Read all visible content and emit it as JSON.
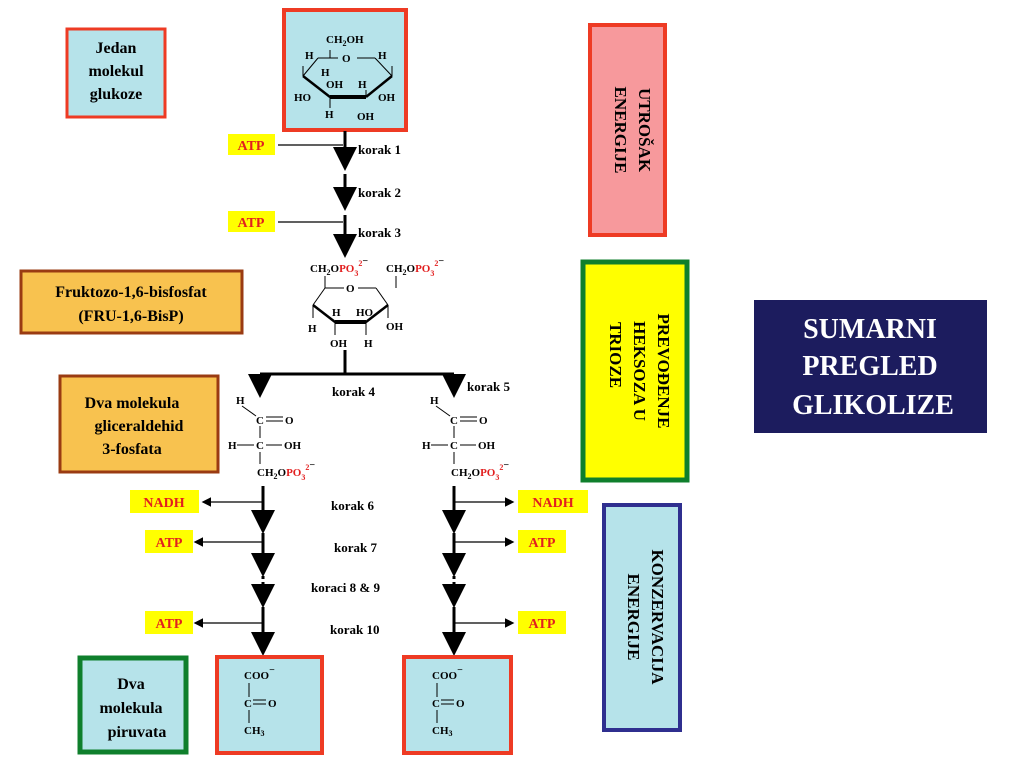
{
  "labels": {
    "glucose_line1": "Jedan",
    "glucose_line2": "molekul",
    "glucose_line3": "glukoze",
    "fru_line1": "Fruktozo-1,6-bisfosfat",
    "fru_line2": "(FRU-1,6-BisP)",
    "g3p_line1": "Dva molekula",
    "g3p_line2": "gliceraldehid",
    "g3p_line3": "3-fosfata",
    "pyr_line1": "Dva",
    "pyr_line2": "molekula",
    "pyr_line3": "piruvata"
  },
  "steps": {
    "s1": "korak 1",
    "s2": "korak 2",
    "s3": "korak 3",
    "s4": "korak 4",
    "s5": "korak 5",
    "s6": "korak 6",
    "s7": "korak 7",
    "s89": "koraci  8 & 9",
    "s10": "korak 10"
  },
  "energy": {
    "atp": "ATP",
    "nadh": "NADH"
  },
  "phases": {
    "p1_line1": "UTROŠAK",
    "p1_line2": "ENERGIJE",
    "p2_line1": "PREVOĐENJE",
    "p2_line2": "HEKSOZA  U",
    "p2_line3": "TRIOZE",
    "p3_line1": "KONZERVACIJA",
    "p3_line2": "ENERGIJE"
  },
  "title": {
    "line1": "SUMARNI",
    "line2": "PREGLED",
    "line3": "GLIKOLIZE"
  },
  "chem": {
    "ch2oh": "CH",
    "sub2": "2",
    "oh": "OH",
    "h": "H",
    "ho": "HO",
    "o": "O",
    "ch2o": "CH",
    "po": "PO",
    "sub3": "3",
    "sup2": "2",
    "minus": "−",
    "c": "C",
    "coo": "COO",
    "ch3": "CH",
    "dbl": "═"
  },
  "colors": {
    "red_border": "#ee3b24",
    "pink_fill": "#f7999c",
    "green_border": "#0f7f2c",
    "yellow_fill": "#ffff00",
    "blue_border": "#2f2f8f",
    "light_blue_fill": "#b6e3ea",
    "orange_fill": "#f8c24f",
    "brown_border": "#9a3b12",
    "navy_fill": "#1c1c5e",
    "atp_red": "#e21f1f"
  }
}
